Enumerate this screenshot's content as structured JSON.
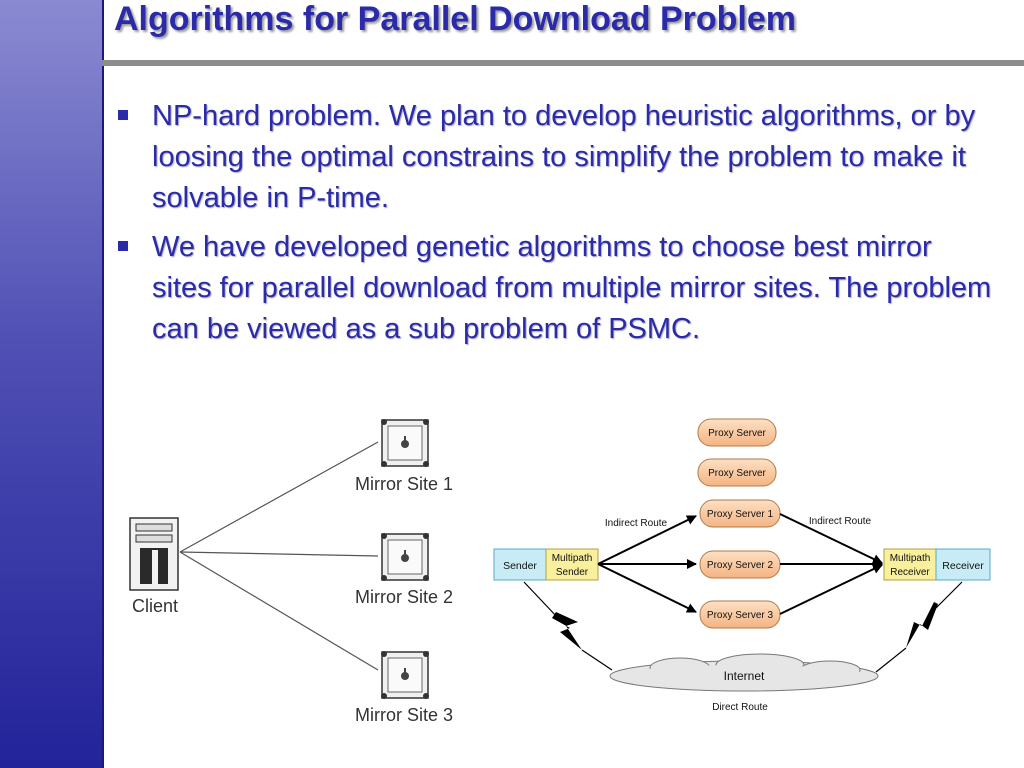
{
  "slide": {
    "title": "Algorithms for Parallel Download Problem",
    "bullets": [
      "NP-hard problem. We plan to develop heuristic algorithms, or by loosing the optimal constrains to simplify the problem to make it solvable in P-time.",
      "We have developed genetic algorithms to choose best mirror sites for parallel download from multiple mirror sites. The problem can be viewed as a sub problem of PSMC."
    ]
  },
  "mirror_diagram": {
    "client_label": "Client",
    "mirror_labels": [
      "Mirror Site 1",
      "Mirror Site 2",
      "Mirror Site 3"
    ]
  },
  "proxy_diagram": {
    "sender": "Sender",
    "multipath_sender": [
      "Multipath",
      "Sender"
    ],
    "multipath_receiver": [
      "Multipath",
      "Receiver"
    ],
    "receiver": "Receiver",
    "proxy_servers": [
      "Proxy Server",
      "Proxy Server",
      "Proxy Server 1",
      "Proxy Server 2",
      "Proxy Server 3"
    ],
    "indirect_route_left": "Indirect Route",
    "indirect_route_right": "Indirect Route",
    "internet": "Internet",
    "direct_route": "Direct Route"
  },
  "colors": {
    "title": "#2b2baa",
    "proxy_fill": "#f8c89e",
    "endpoint_fill": "#c8ecf6",
    "multipath_fill": "#f8f09c",
    "cloud_fill": "#e6e6e6"
  }
}
